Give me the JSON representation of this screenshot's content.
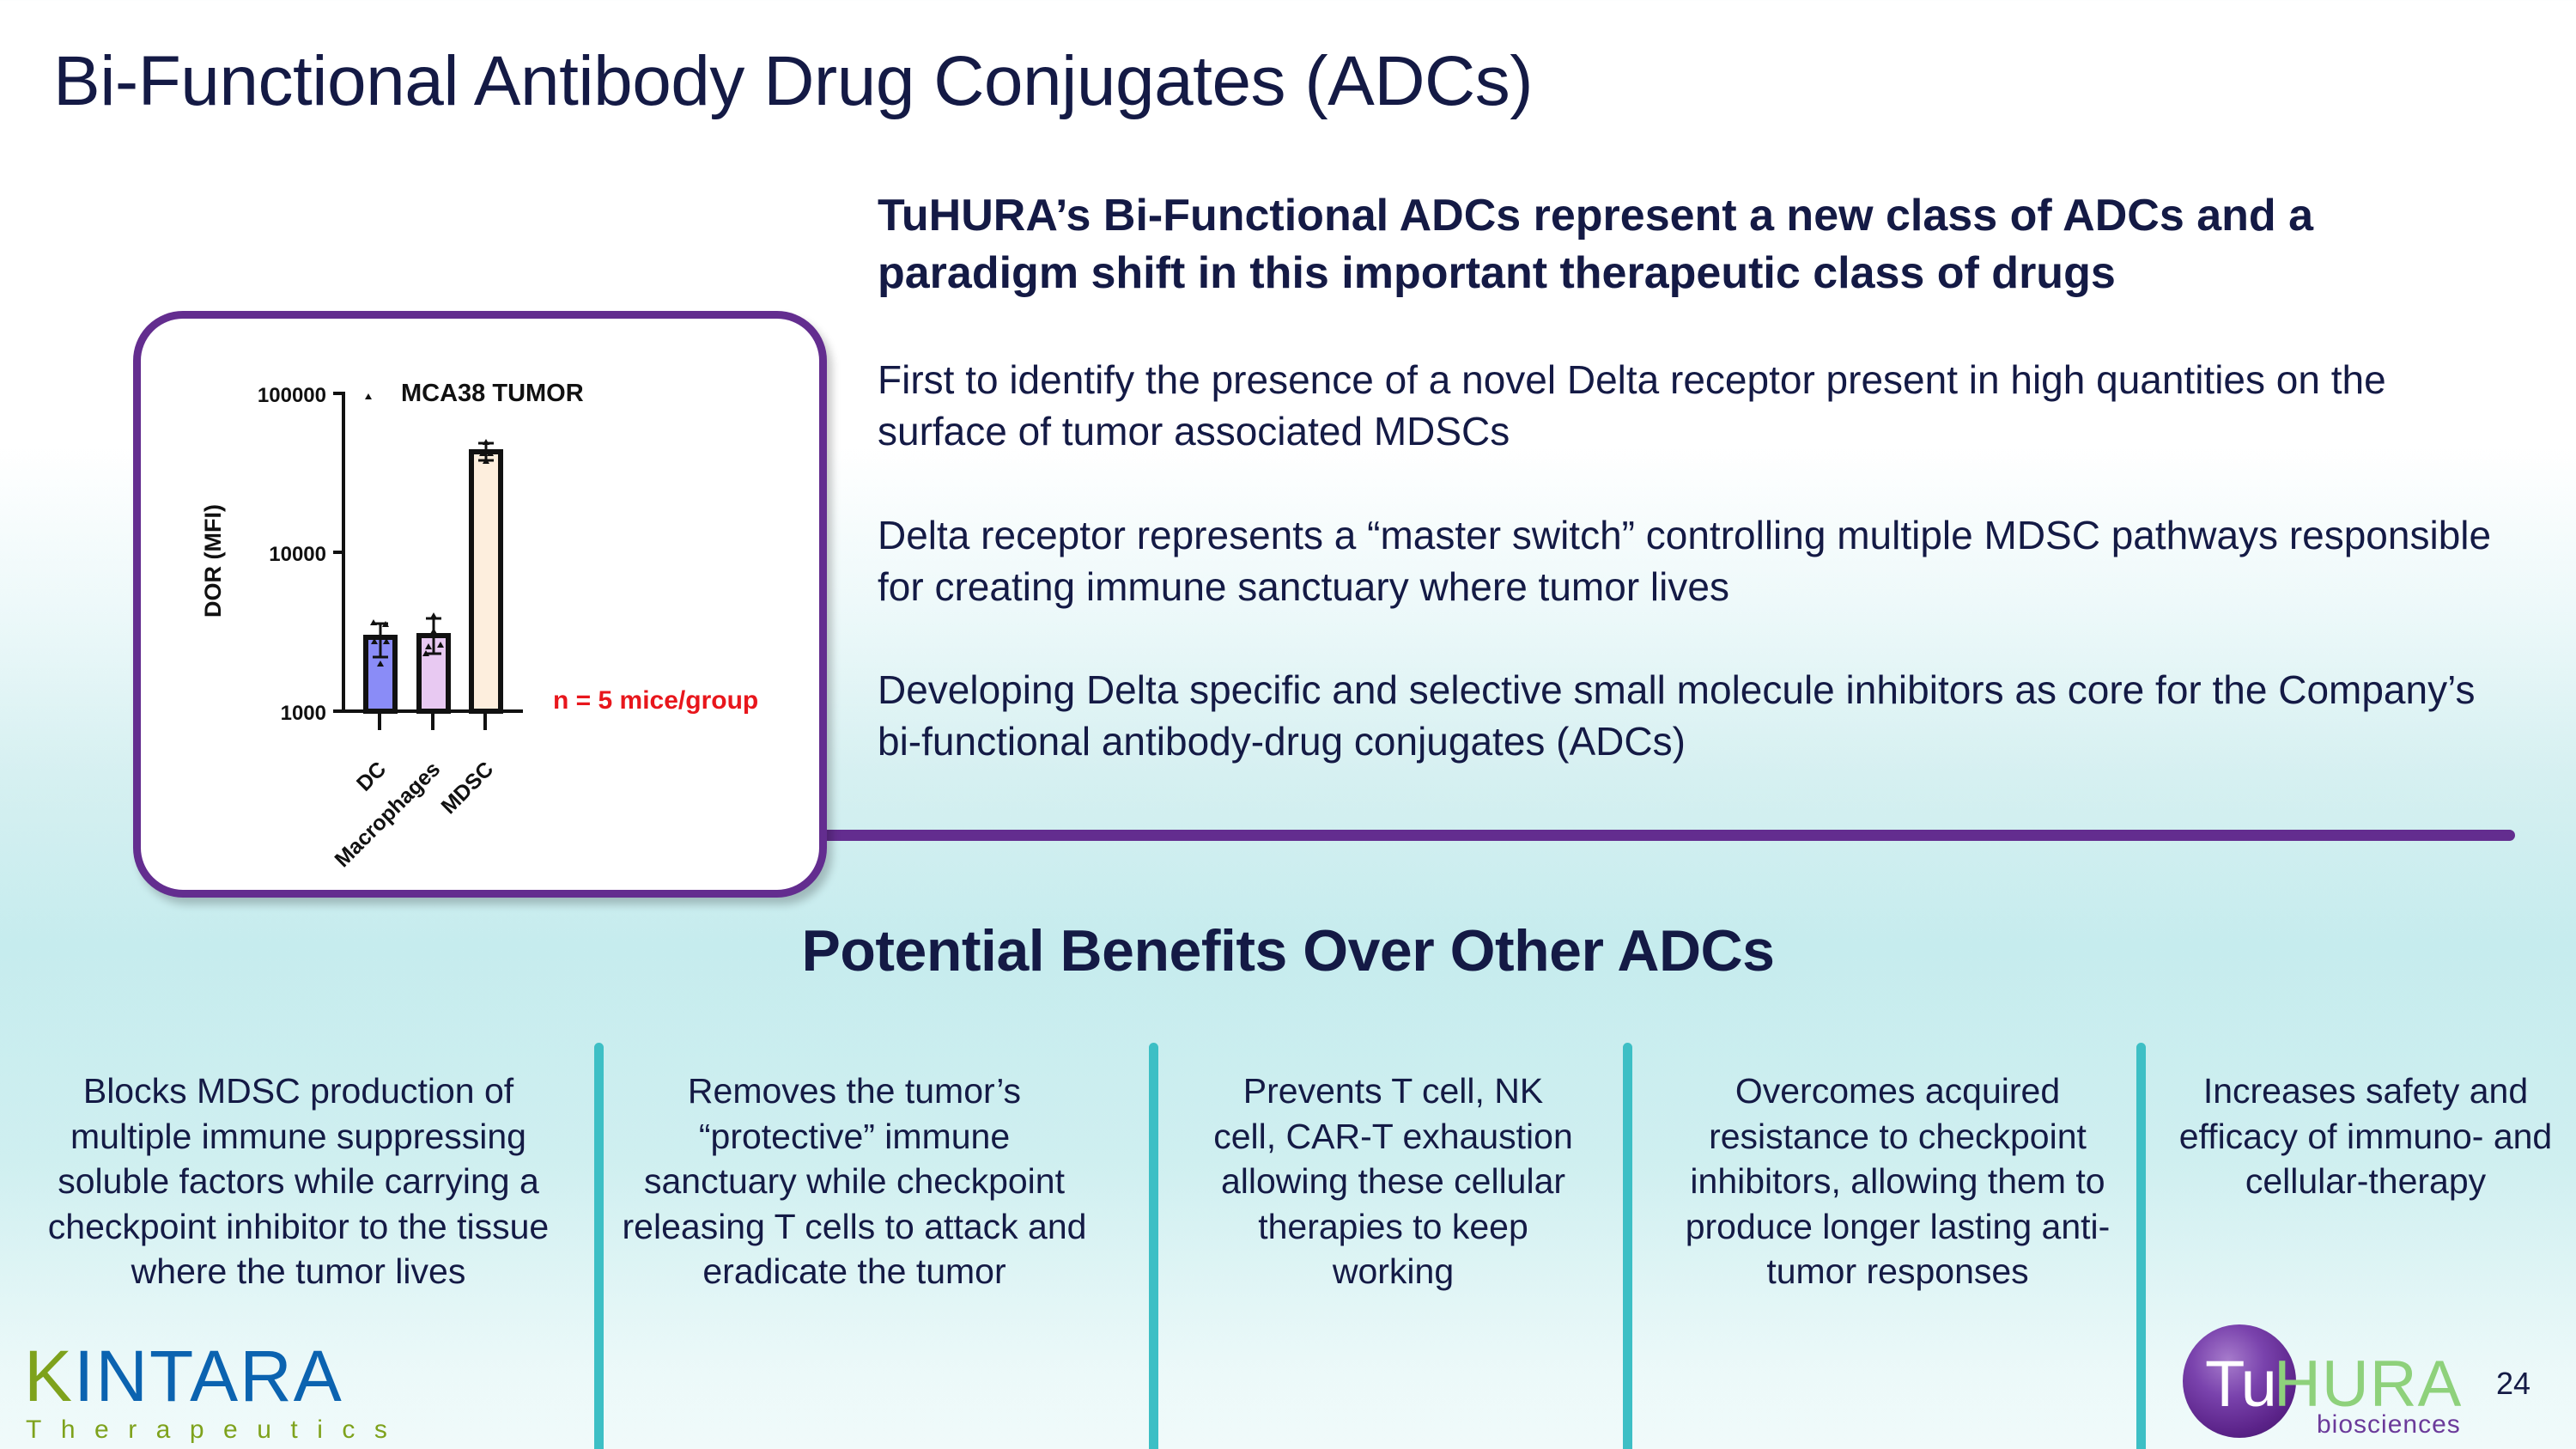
{
  "slide": {
    "title": "Bi-Functional Antibody Drug Conjugates (ADCs)",
    "page_number": "24"
  },
  "intro": {
    "lead": "TuHURA’s Bi-Functional ADCs represent a new class of ADCs and a paradigm shift in this important therapeutic class of drugs",
    "bullets": [
      "First to identify the presence of a novel Delta receptor present in high quantities on the surface of tumor associated MDSCs",
      "Delta receptor represents a “master switch” controlling multiple MDSC pathways responsible for creating immune sanctuary where tumor lives",
      "Developing Delta specific and selective small molecule inhibitors as core for the Company’s bi-functional antibody-drug conjugates (ADCs)"
    ]
  },
  "benefits": {
    "heading": "Potential Benefits Over Other ADCs",
    "items": [
      "Blocks MDSC production of multiple immune suppressing soluble factors while carrying a checkpoint inhibitor to the tissue where the tumor lives",
      "Removes the tumor’s “protective” immune sanctuary while checkpoint releasing T cells to attack and eradicate the tumor",
      "Prevents T cell, NK cell, CAR-T exhaustion allowing these cellular therapies to keep working",
      "Overcomes acquired resistance to checkpoint inhibitors, allowing them to produce longer lasting anti-tumor responses",
      "Increases safety and efficacy of immuno- and cellular-therapy"
    ]
  },
  "logos": {
    "kintara_word_k": "K",
    "kintara_word_rest": "INTARA",
    "kintara_sub": "Therapeutics",
    "tuhura_tu": "Tu",
    "tuhura_hura": "HURA",
    "tuhura_sub": "biosciences"
  },
  "colors": {
    "title_navy": "#141a45",
    "accent_purple": "#632d8f",
    "divider_teal": "#3dbfc5",
    "annotation_red": "#e8161c",
    "kintara_blue": "#0b63b0",
    "kintara_green": "#7ea21c",
    "tuhura_green": "#8ed17b"
  },
  "chart_data": {
    "type": "bar",
    "title": "MCA38 TUMOR",
    "xlabel": "",
    "ylabel": "DOR (MFI)",
    "yscale": "log",
    "ylim": [
      1000,
      100000
    ],
    "yticks": [
      "1000",
      "10000",
      "100000"
    ],
    "categories": [
      "DC",
      "Macrophages",
      "MDSC"
    ],
    "values": [
      3000,
      3100,
      42500
    ],
    "bar_colors": [
      "#8a8cf7",
      "#e8c9f2",
      "#fdeedd"
    ],
    "error_bars": true,
    "markers": "triangle",
    "annotation": "n = 5 mice/group",
    "legend": "none"
  }
}
